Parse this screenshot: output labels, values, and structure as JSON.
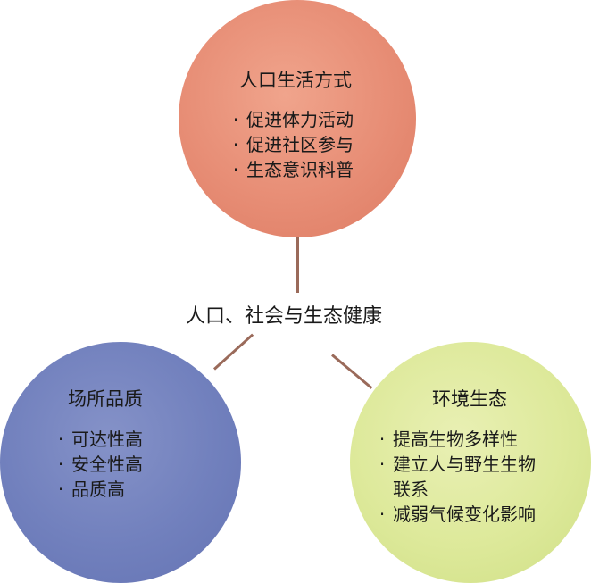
{
  "center_label": "人口、社会与生态健康",
  "nodes": {
    "top": {
      "title": "人口生活方式",
      "items": [
        "促进体力活动",
        "促进社区参与",
        "生态意识科普"
      ],
      "color": "#e78d75"
    },
    "left": {
      "title": "场所品质",
      "items": [
        "可达性高",
        "安全性高",
        "品质高"
      ],
      "color": "#7180bd"
    },
    "right": {
      "title": "环境生态",
      "items": [
        "提高生物多样性",
        "建立人与野生生物",
        "联系",
        "减弱气候变化影响"
      ],
      "color": "#dde99a"
    }
  },
  "bullet_glyph": "·",
  "connector_color": "#9a6a5a"
}
